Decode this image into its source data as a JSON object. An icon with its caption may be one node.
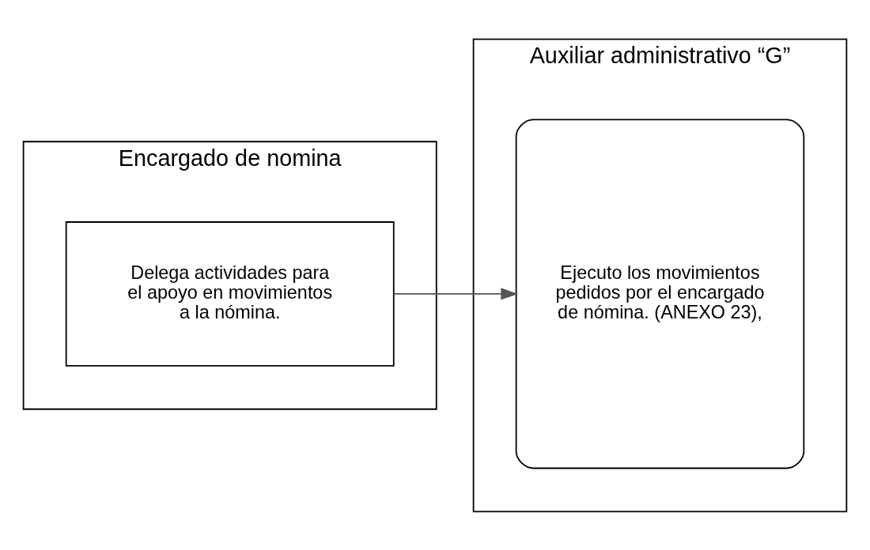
{
  "diagram": {
    "nodes": [
      {
        "text": [
          "Encargado de nomina"
        ]
      },
      {
        "text": [
          "Delega actividades para el apoyo en movimientos a la nómina."
        ],
        "in": 0
      },
      {
        "text": [
          "Auxiliar administrativo “G”"
        ]
      },
      {
        "text": [
          "Ejecuto los movimientos pedidos por el encargado de nómina. (ANEXO 23),"
        ],
        "in": 2
      }
    ],
    "edges": [
      {
        "from": 1,
        "to": 3,
        "arrow": "to",
        "color": "#555555"
      }
    ]
  }
}
